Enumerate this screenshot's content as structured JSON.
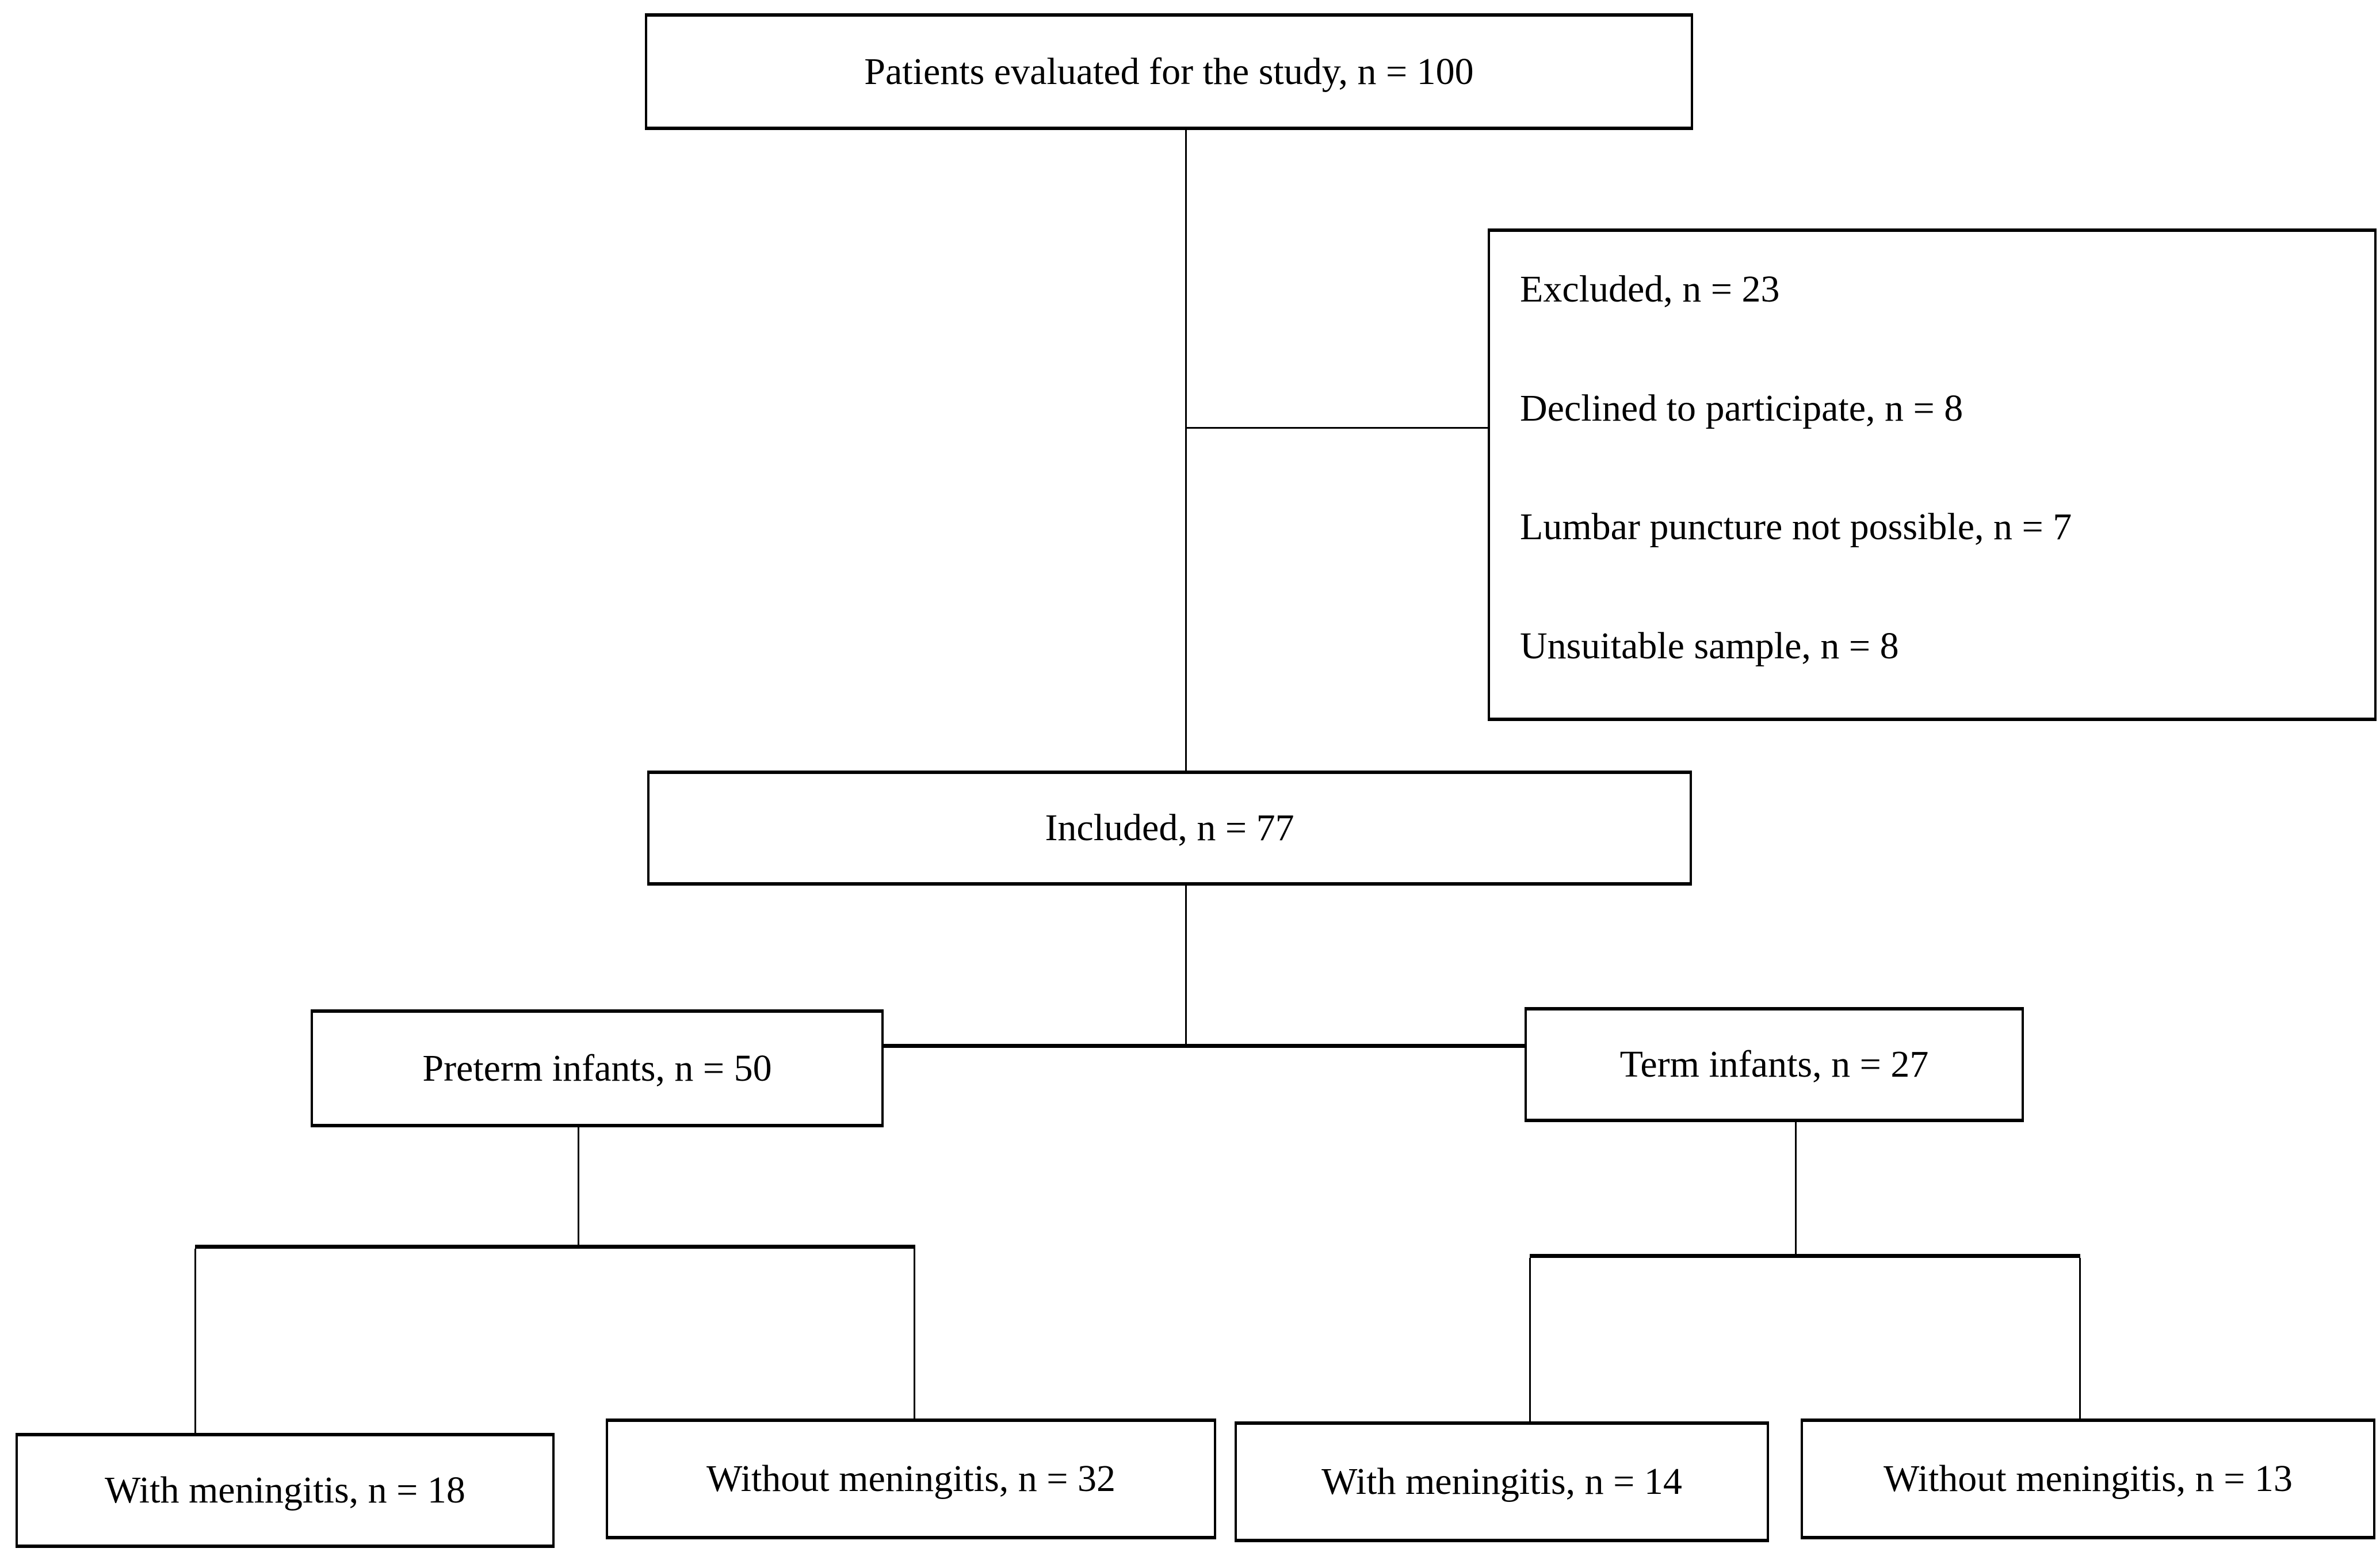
{
  "diagram": {
    "type": "study-flowchart",
    "colors": {
      "background": "#ffffff",
      "line": "#000000",
      "text": "#000000"
    },
    "nodes": {
      "evaluated": {
        "label": "Patients evaluated for the study, n = 100"
      },
      "excluded": {
        "lines": [
          "Excluded, n = 23",
          "Declined to participate, n = 8",
          "Lumbar puncture not possible, n = 7",
          "Unsuitable sample, n = 8"
        ]
      },
      "included": {
        "label": "Included, n = 77"
      },
      "preterm": {
        "label": "Preterm infants, n = 50"
      },
      "term": {
        "label": "Term infants, n = 27"
      },
      "preterm_with_meningitis": {
        "label": "With meningitis, n = 18"
      },
      "preterm_without_meningitis": {
        "label": "Without meningitis, n = 32"
      },
      "term_with_meningitis": {
        "label": "With meningitis, n = 14"
      },
      "term_without_meningitis": {
        "label": "Without meningitis, n = 13"
      }
    }
  }
}
